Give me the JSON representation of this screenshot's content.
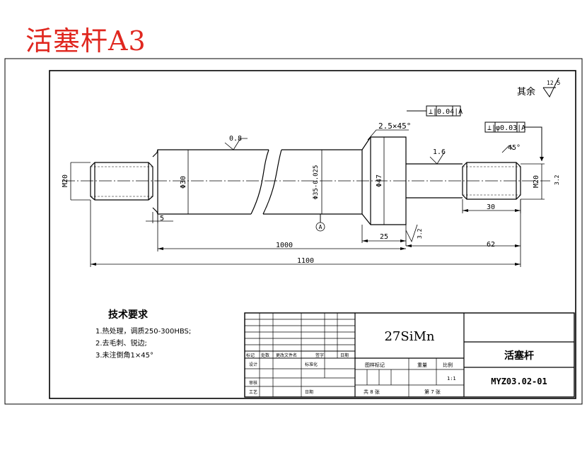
{
  "heading": "活塞杆A3",
  "colors": {
    "heading": "#e0271f",
    "lines": "#000000"
  },
  "drawing": {
    "rest_label": "其余",
    "rest_roughness": "12.5",
    "perp_tol_1": "⊥|0.04|A",
    "perp_tol_2": "⊥|φ0.03|A",
    "chamfer": "2.5×45°",
    "rough_1": "0.8",
    "rough_2": "1.6",
    "rough_3": "3.2",
    "rough_4": "3.2",
    "angle_45": "45°",
    "datum": "A",
    "dia_thread_left": "M20",
    "dia_body": "Φ30",
    "dia_body_2": "Φ35-0.025",
    "dia_collar": "Φ47",
    "dia_thread_right": "M20",
    "dim_5": "5",
    "dim_25": "25",
    "dim_30": "30",
    "dim_62": "62",
    "dim_1000": "1000",
    "dim_1100": "1100"
  },
  "requirements": {
    "title": "技术要求",
    "items": [
      "1.热处理，调质250-300HBS;",
      "2.去毛刺、锐边;",
      "3.未注倒角1×45°"
    ]
  },
  "title_block": {
    "material": "27SiMn",
    "part_name": "活塞杆",
    "drawing_no": "MYZ03.02-01",
    "label_mark": "标记",
    "label_qty": "处数",
    "label_change_doc": "更改文件名",
    "label_sign": "签字",
    "label_date": "日期",
    "label_design": "设计",
    "label_standard": "标准化",
    "label_review": "审核",
    "label_process": "工艺",
    "label_date2": "日期",
    "label_stage": "图样标记",
    "label_weight": "重量",
    "label_scale": "比例",
    "scale_value": "1:1",
    "sheets_total": "共 8 张",
    "sheet_no": "第 7 张"
  }
}
